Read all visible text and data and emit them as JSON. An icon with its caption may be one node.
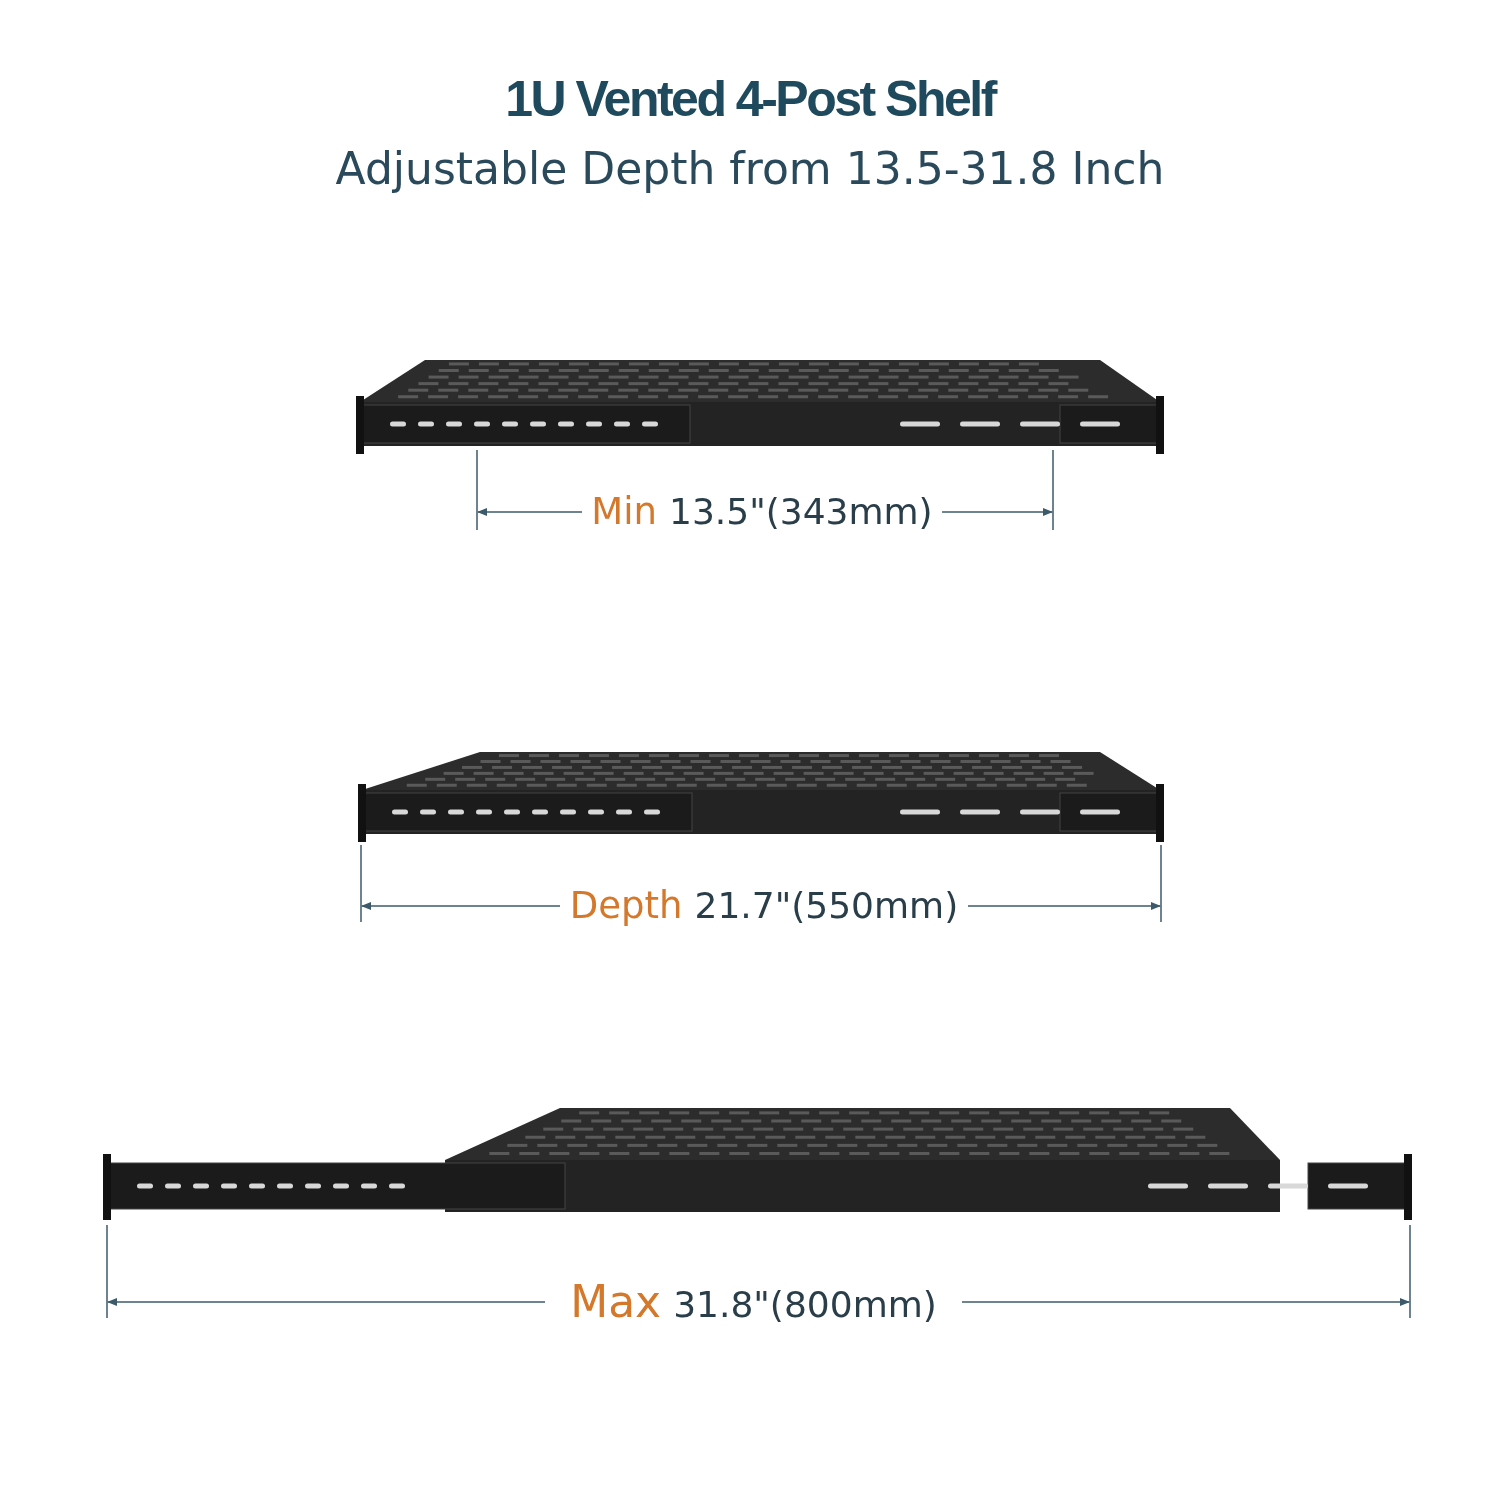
{
  "diagram": {
    "title": "1U Vented 4-Post Shelf",
    "labels": [
      "Adjustable Depth from 13.5-31.8 Inch",
      "Min",
      "13.5\"(343mm)",
      "Depth",
      "21.7\"(550mm)",
      "Max",
      "31.8\"(800mm)"
    ]
  }
}
